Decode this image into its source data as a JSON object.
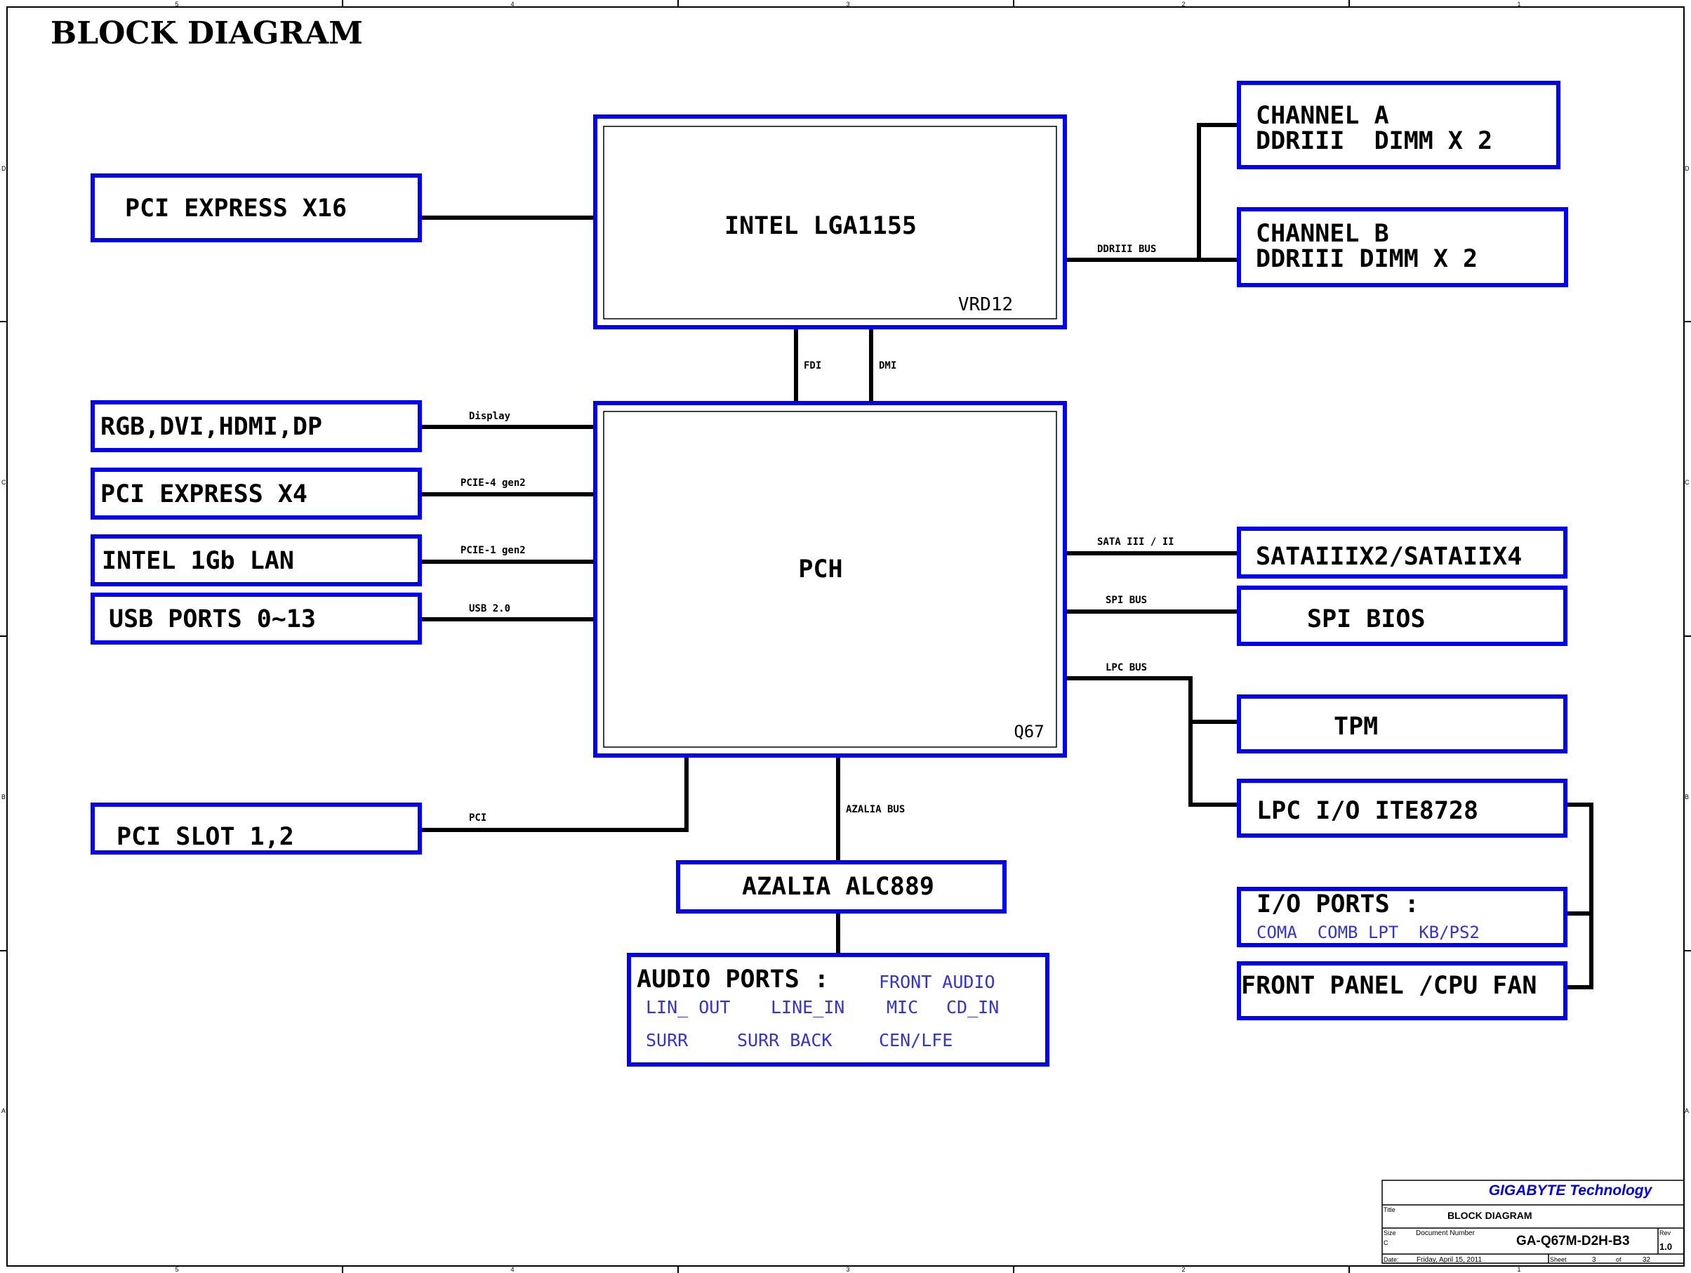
{
  "title": "BLOCK DIAGRAM",
  "colors": {
    "box_border": "#0000ff",
    "line": "#000000",
    "sub_text": "#3333dd",
    "brand": "#0000ff"
  },
  "border": {
    "col_labels_top": [
      "5",
      "4",
      "3",
      "2",
      "1"
    ],
    "col_labels_bottom": [
      "5",
      "4",
      "3",
      "2",
      "1"
    ],
    "row_labels_left": [
      "D",
      "C",
      "B",
      "A"
    ],
    "row_labels_right": [
      "D",
      "C",
      "B",
      "A"
    ]
  },
  "cpu": {
    "label": "INTEL LGA1155",
    "sub": "VRD12"
  },
  "pch": {
    "label": "PCH",
    "sub": "Q67"
  },
  "left_blocks": {
    "pcie16": "PCI EXPRESS X16",
    "video": "RGB,DVI,HDMI,DP",
    "pcie4": "PCI EXPRESS X4",
    "lan": "INTEL 1Gb LAN",
    "usb": "USB PORTS 0~13",
    "pci_slot": "PCI SLOT 1,2"
  },
  "right_blocks": {
    "channel_a_line1": "CHANNEL A",
    "channel_a_line2": "DDRIII  DIMM X 2",
    "channel_b_line1": "CHANNEL B",
    "channel_b_line2": "DDRIII DIMM X 2",
    "sata": "SATAIIIX2/SATAIIX4",
    "spi": "SPI BIOS",
    "tpm": "TPM",
    "lpc_io": "LPC I/O ITE8728",
    "io_ports": "I/O PORTS :",
    "io_ports_items": "COMA  COMB LPT  KB/PS2",
    "front_panel": "FRONT PANEL /CPU FAN"
  },
  "bottom_blocks": {
    "azalia": "AZALIA ALC889",
    "audio_ports": "AUDIO PORTS :",
    "audio_front": "FRONT AUDIO",
    "audio_row1": [
      "LIN_ OUT",
      "LINE_IN",
      "MIC",
      "CD_IN"
    ],
    "audio_row2": [
      "SURR",
      "SURR BACK",
      "CEN/LFE"
    ]
  },
  "bus_labels": {
    "ddr": "DDRIII BUS",
    "fdi": "FDI",
    "dmi": "DMI",
    "display": "Display",
    "pcie4": "PCIE-4 gen2",
    "pcie1": "PCIE-1 gen2",
    "usb": "USB 2.0",
    "sata": "SATA III / II",
    "spi": "SPI BUS",
    "lpc": "LPC BUS",
    "pci": "PCI",
    "azalia": "AZALIA BUS"
  },
  "title_block": {
    "company": "GIGABYTE Technology",
    "title_label": "Title",
    "title": "BLOCK DIAGRAM",
    "size_label": "Size",
    "size": "C",
    "docnum_label": "Document Number",
    "docnum": "GA-Q67M-D2H-B3",
    "rev_label": "Rev",
    "rev": "1.0",
    "date_label": "Date:",
    "date": "Friday, April 15, 2011",
    "sheet_label": "Sheet",
    "sheet": "3",
    "of_label": "of",
    "total": "32"
  }
}
